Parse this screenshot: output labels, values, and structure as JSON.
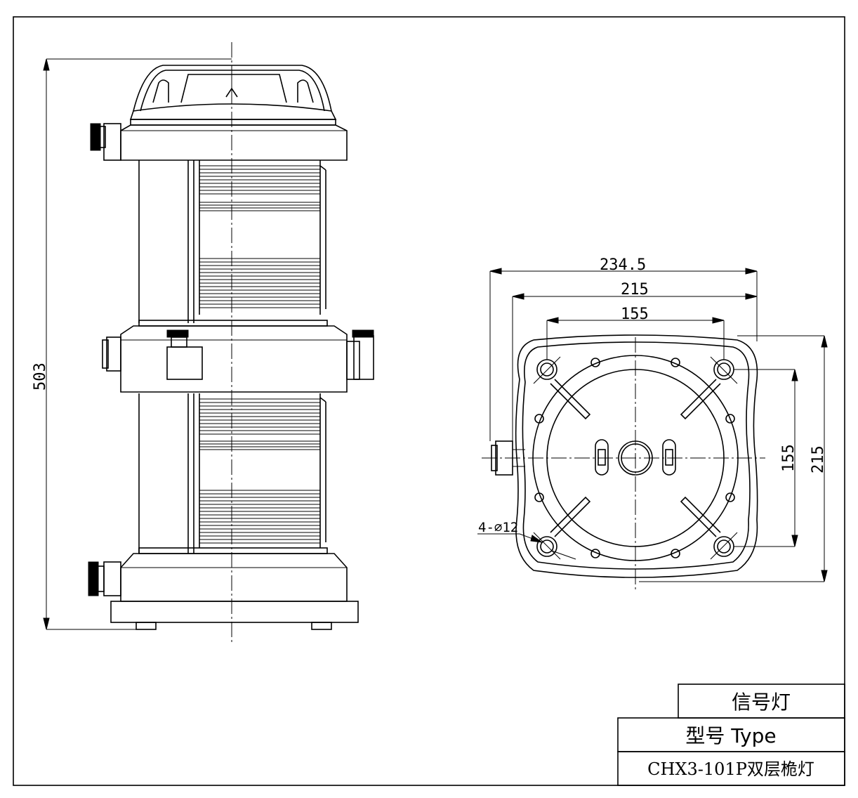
{
  "dimensions": {
    "height": "503",
    "outer_width": "234.5",
    "flange_width": "215",
    "bolt_spacing": "155",
    "side_bolt_spacing": "155",
    "side_flange_width": "215",
    "hole_spec": "4-⌀12"
  },
  "title_block": {
    "name": "信号灯",
    "type_label": "型号 Type",
    "model": "CHX3-101P双层桅灯"
  }
}
